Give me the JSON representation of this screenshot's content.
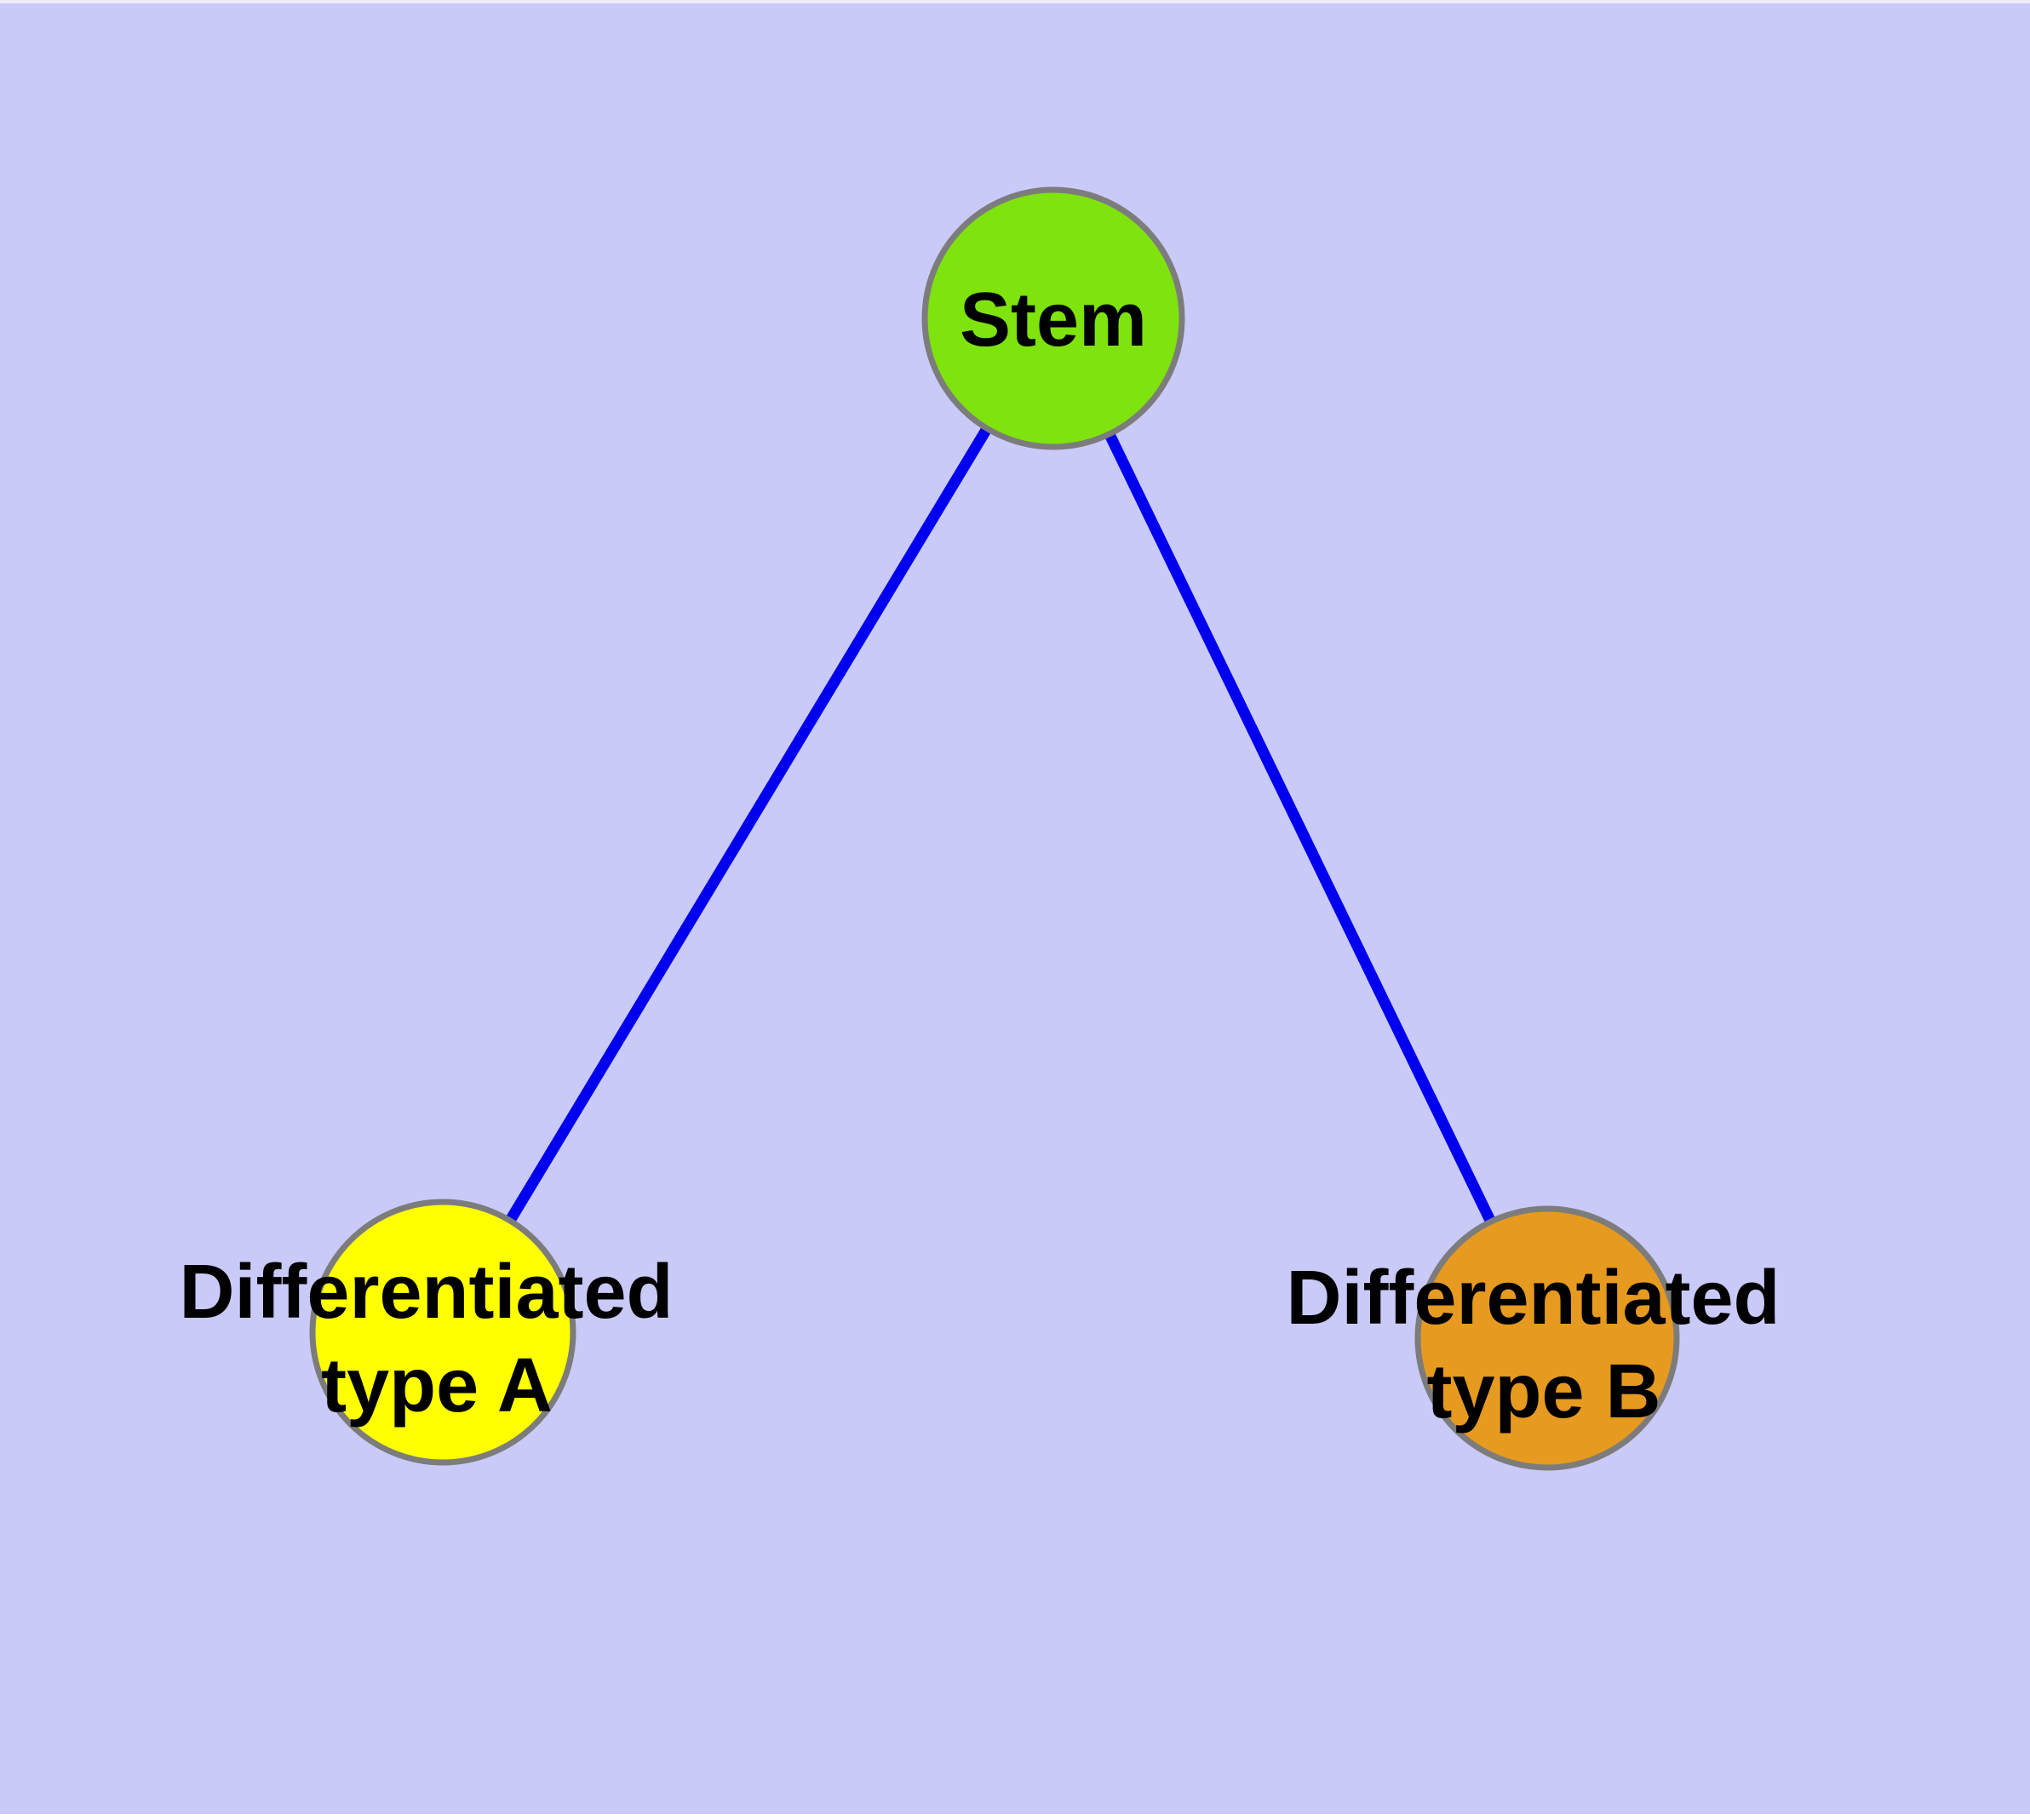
{
  "diagram": {
    "background_color": "#CACAF9",
    "window_top_edge_color": "#ECECFA",
    "window_bottom_edge_color": "#FDFDFE",
    "edge_color": "#0000EE",
    "node_border_color": "#7C7C7C",
    "label_color": "#000000",
    "nodes": {
      "stem": {
        "label": "Stem",
        "fill": "#7FE30D"
      },
      "type_a": {
        "label_line1": "Differentiated",
        "label_line2": "type A",
        "fill": "#FFFF00"
      },
      "type_b": {
        "label_line1": "Differentiated",
        "label_line2": "type B",
        "fill": "#E69A1F"
      }
    },
    "edges": [
      {
        "name": "stem-to-type-a"
      },
      {
        "name": "stem-to-type-b"
      }
    ]
  }
}
